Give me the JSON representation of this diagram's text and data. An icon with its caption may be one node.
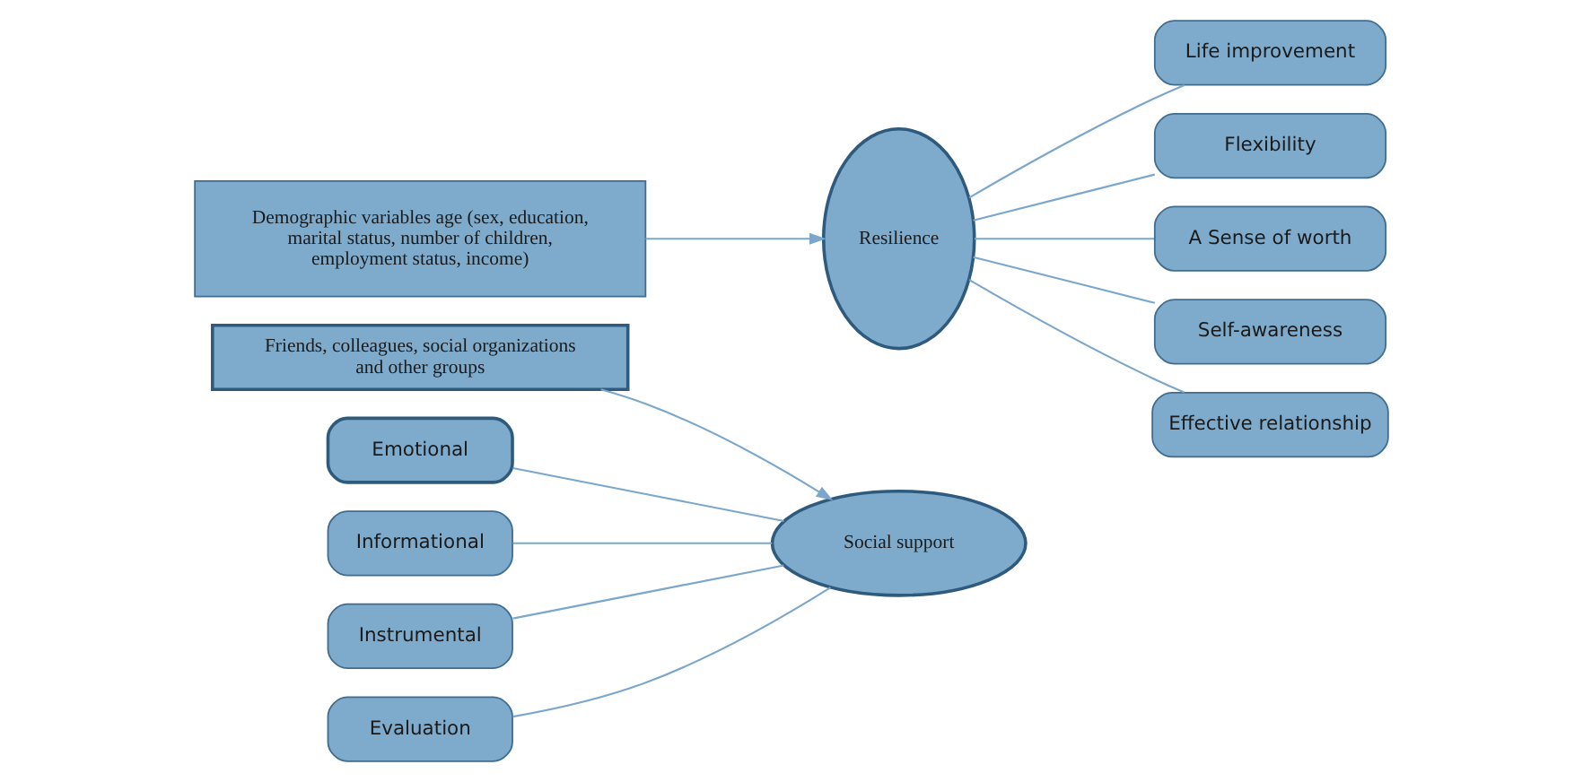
{
  "diagram": {
    "nodes": [
      {
        "text": [
          "Friends, colleagues, social organizations and other groups"
        ]
      },
      {
        "text": [
          "Emotional"
        ]
      },
      {
        "text": [
          "Informational"
        ]
      },
      {
        "text": [
          "Instrumental"
        ]
      },
      {
        "text": [
          "Evaluation"
        ]
      },
      {
        "text": [
          "Social support"
        ]
      },
      {
        "text": [
          "Demographic variables age (sex, education, marital status, number of children, employment status, income)"
        ]
      },
      {
        "text": [
          "Resilience"
        ]
      },
      {
        "text": [
          "Life improvement"
        ]
      },
      {
        "text": [
          "Flexibility"
        ]
      },
      {
        "text": [
          "A Sense of worth"
        ]
      },
      {
        "text": [
          "Self-awareness"
        ]
      },
      {
        "text": [
          "Effective relationship"
        ]
      }
    ],
    "edges": [
      {
        "from": 0,
        "to": 5,
        "arrow": "to"
      },
      {
        "from": 1,
        "to": 5,
        "arrow": "none"
      },
      {
        "from": 2,
        "to": 5,
        "arrow": "none"
      },
      {
        "from": 3,
        "to": 5,
        "arrow": "none"
      },
      {
        "from": 4,
        "to": 5,
        "arrow": "none"
      },
      {
        "from": 6,
        "to": 7,
        "arrow": "to"
      },
      {
        "from": 7,
        "to": 8,
        "arrow": "none"
      },
      {
        "from": 7,
        "to": 9,
        "arrow": "none"
      },
      {
        "from": 7,
        "to": 10,
        "arrow": "none"
      },
      {
        "from": 7,
        "to": 11,
        "arrow": "none"
      },
      {
        "from": 7,
        "to": 12,
        "arrow": "none"
      }
    ]
  }
}
